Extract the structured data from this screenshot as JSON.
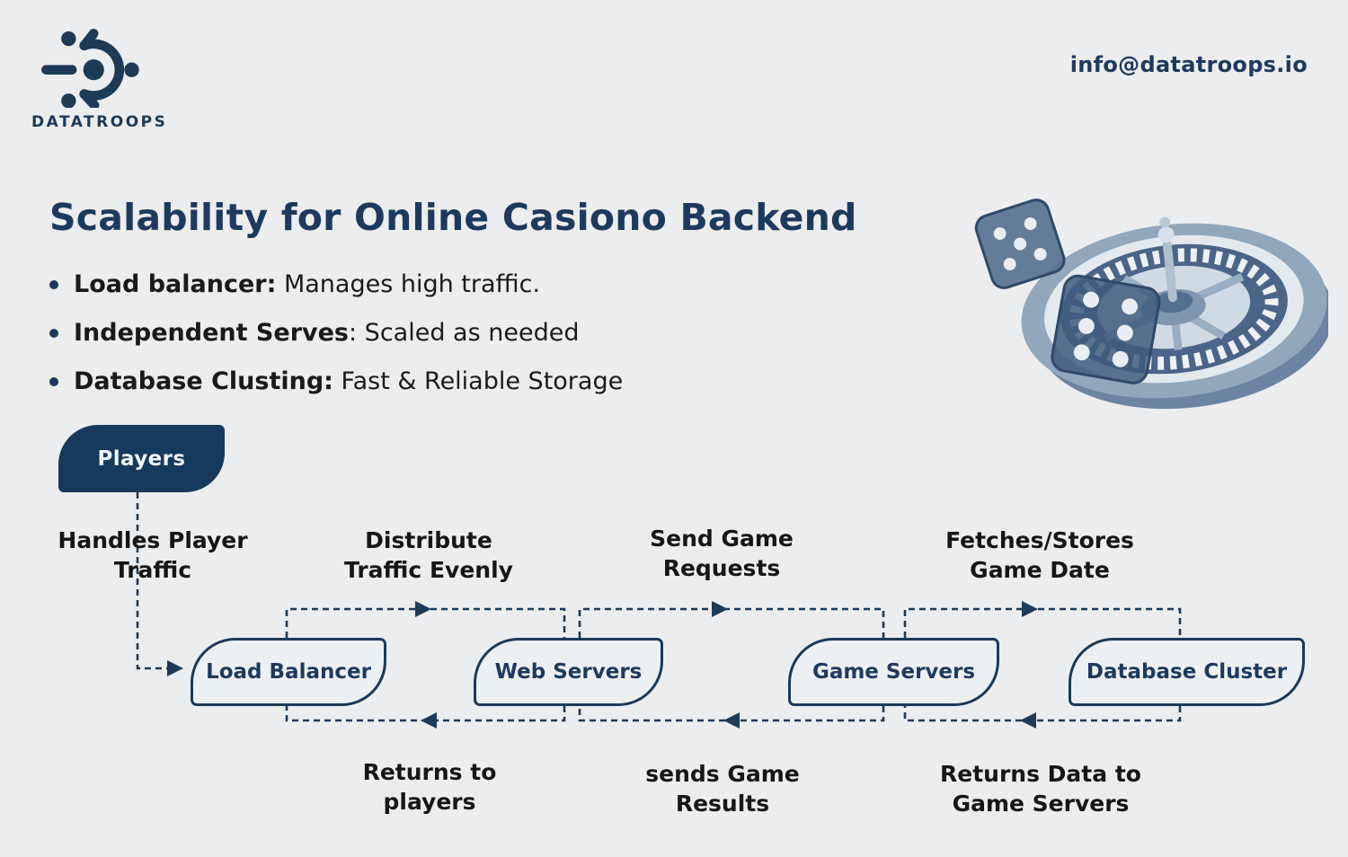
{
  "brand": {
    "name": "DATATROOPS",
    "logo_icon": "datatroops-network-icon"
  },
  "header": {
    "contact_email": "info@datatroops.io"
  },
  "hero": {
    "title": "Scalability for Online Casiono Backend",
    "bullets": [
      {
        "label": "Load balancer:",
        "text": " Manages high traffic."
      },
      {
        "label": "Independent Serves",
        "text": ": Scaled as needed"
      },
      {
        "label": "Database Clusting:",
        "text": " Fast & Reliable Storage"
      }
    ],
    "illustration": "casino-roulette-wheel-and-dice"
  },
  "flow": {
    "start_node": {
      "label": "Players"
    },
    "nodes": [
      {
        "label": "Load Balancer"
      },
      {
        "label": "Web Servers"
      },
      {
        "label": "Game Servers"
      },
      {
        "label": "Database Cluster"
      }
    ],
    "top_labels": [
      {
        "line1": "Handles Player",
        "line2": "Traffic"
      },
      {
        "line1": "Distribute",
        "line2": "Traffic Evenly"
      },
      {
        "line1": "Send Game",
        "line2": "Requests"
      },
      {
        "line1": "Fetches/Stores",
        "line2": "Game Date"
      }
    ],
    "bottom_labels": [
      {
        "line1": "Returns to",
        "line2": "players"
      },
      {
        "line1": "sends Game",
        "line2": "Results"
      },
      {
        "line1": "Returns Data to",
        "line2": "Game Servers"
      }
    ]
  },
  "colors": {
    "background": "#ecedee",
    "accent_navy": "#1d3a57",
    "title_navy": "#1d3a5e",
    "text_dark": "#161616",
    "players_fill": "#16395c"
  }
}
